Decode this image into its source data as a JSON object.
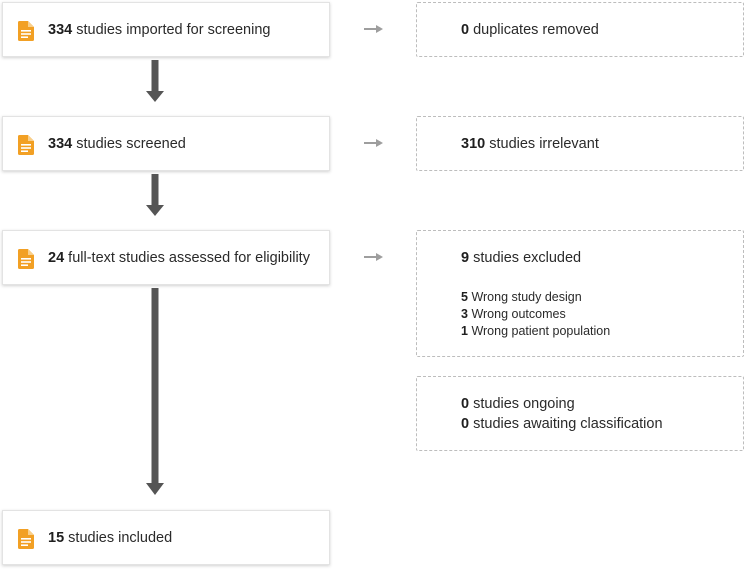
{
  "stages": [
    {
      "count": "334",
      "text": "studies imported for screening"
    },
    {
      "count": "334",
      "text": "studies screened"
    },
    {
      "count": "24",
      "text": "full-text studies assessed for eligibility"
    },
    {
      "count": "15",
      "text": "studies included"
    }
  ],
  "exclusions": [
    {
      "count": "0",
      "text": "duplicates removed"
    },
    {
      "count": "310",
      "text": "studies irrelevant"
    },
    {
      "count": "9",
      "text": "studies excluded",
      "reasons": [
        {
          "count": "5",
          "text": "Wrong study design"
        },
        {
          "count": "3",
          "text": "Wrong outcomes"
        },
        {
          "count": "1",
          "text": "Wrong patient population"
        }
      ]
    }
  ],
  "other": [
    {
      "count": "0",
      "text": "studies ongoing"
    },
    {
      "count": "0",
      "text": "studies awaiting classification"
    }
  ],
  "colors": {
    "icon": "#f2a024",
    "arrow_down": "#555555",
    "arrow_side": "#9e9e9e"
  },
  "icon_name": "document-icon"
}
